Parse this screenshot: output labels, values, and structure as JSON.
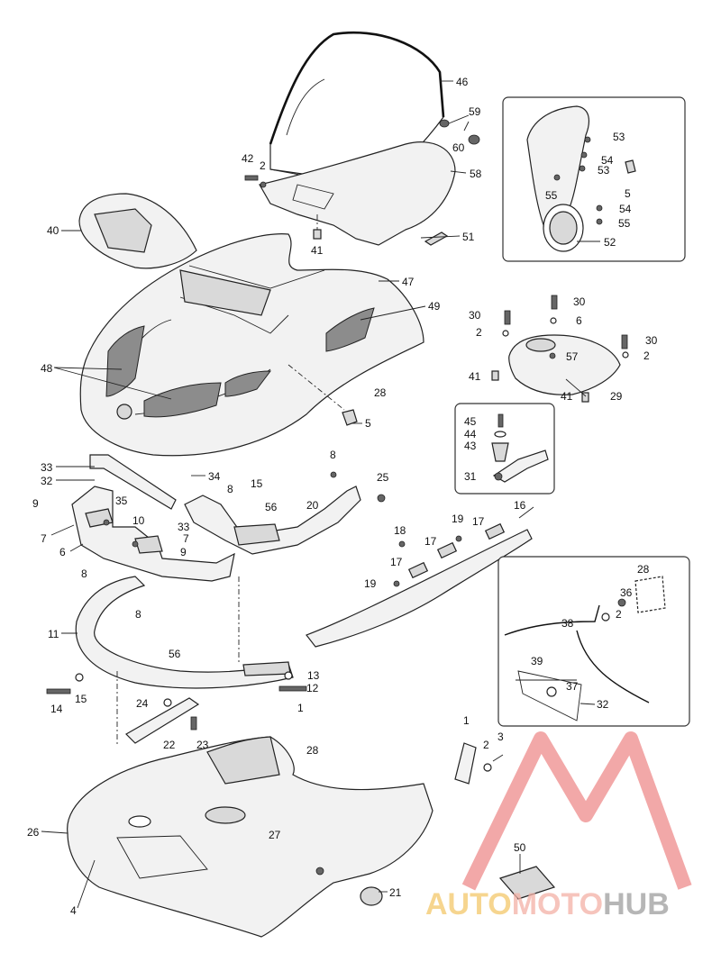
{
  "callouts": [
    {
      "id": "c46",
      "text": "46"
    },
    {
      "id": "c59",
      "text": "59"
    },
    {
      "id": "c60",
      "text": "60"
    },
    {
      "id": "c58",
      "text": "58"
    },
    {
      "id": "c42",
      "text": "42"
    },
    {
      "id": "c2a",
      "text": "2"
    },
    {
      "id": "c40",
      "text": "40"
    },
    {
      "id": "c41a",
      "text": "41"
    },
    {
      "id": "c51",
      "text": "51"
    },
    {
      "id": "c47",
      "text": "47"
    },
    {
      "id": "c49",
      "text": "49"
    },
    {
      "id": "c48",
      "text": "48"
    },
    {
      "id": "c28a",
      "text": "28"
    },
    {
      "id": "c5a",
      "text": "5"
    },
    {
      "id": "c53a",
      "text": "53"
    },
    {
      "id": "c54a",
      "text": "54"
    },
    {
      "id": "c53b",
      "text": "53"
    },
    {
      "id": "c55a",
      "text": "55"
    },
    {
      "id": "c5b",
      "text": "5"
    },
    {
      "id": "c54b",
      "text": "54"
    },
    {
      "id": "c55b",
      "text": "55"
    },
    {
      "id": "c52",
      "text": "52"
    },
    {
      "id": "c30a",
      "text": "30"
    },
    {
      "id": "c30b",
      "text": "30"
    },
    {
      "id": "c6a",
      "text": "6"
    },
    {
      "id": "c2b",
      "text": "2"
    },
    {
      "id": "c57",
      "text": "57"
    },
    {
      "id": "c30c",
      "text": "30"
    },
    {
      "id": "c2c",
      "text": "2"
    },
    {
      "id": "c41b",
      "text": "41"
    },
    {
      "id": "c41c",
      "text": "41"
    },
    {
      "id": "c29",
      "text": "29"
    },
    {
      "id": "c45",
      "text": "45"
    },
    {
      "id": "c44",
      "text": "44"
    },
    {
      "id": "c43",
      "text": "43"
    },
    {
      "id": "c31",
      "text": "31"
    },
    {
      "id": "c33a",
      "text": "33"
    },
    {
      "id": "c32a",
      "text": "32"
    },
    {
      "id": "c34",
      "text": "34"
    },
    {
      "id": "c8a",
      "text": "8"
    },
    {
      "id": "c25",
      "text": "25"
    },
    {
      "id": "c9a",
      "text": "9"
    },
    {
      "id": "c35",
      "text": "35"
    },
    {
      "id": "c8b",
      "text": "8"
    },
    {
      "id": "c15a",
      "text": "15"
    },
    {
      "id": "c56a",
      "text": "56"
    },
    {
      "id": "c20",
      "text": "20"
    },
    {
      "id": "c33b",
      "text": "33"
    },
    {
      "id": "c7a",
      "text": "7"
    },
    {
      "id": "c10",
      "text": "10"
    },
    {
      "id": "c7b",
      "text": "7"
    },
    {
      "id": "c6b",
      "text": "6"
    },
    {
      "id": "c9b",
      "text": "9"
    },
    {
      "id": "c8c",
      "text": "8"
    },
    {
      "id": "c8d",
      "text": "8"
    },
    {
      "id": "c16",
      "text": "16"
    },
    {
      "id": "c19a",
      "text": "19"
    },
    {
      "id": "c17a",
      "text": "17"
    },
    {
      "id": "c18",
      "text": "18"
    },
    {
      "id": "c17b",
      "text": "17"
    },
    {
      "id": "c17c",
      "text": "17"
    },
    {
      "id": "c19b",
      "text": "19"
    },
    {
      "id": "c11",
      "text": "11"
    },
    {
      "id": "c56b",
      "text": "56"
    },
    {
      "id": "c13",
      "text": "13"
    },
    {
      "id": "c12",
      "text": "12"
    },
    {
      "id": "c1a",
      "text": "1"
    },
    {
      "id": "c14",
      "text": "14"
    },
    {
      "id": "c15b",
      "text": "15"
    },
    {
      "id": "c28b",
      "text": "28"
    },
    {
      "id": "c36",
      "text": "36"
    },
    {
      "id": "c2d",
      "text": "2"
    },
    {
      "id": "c38",
      "text": "38"
    },
    {
      "id": "c39",
      "text": "39"
    },
    {
      "id": "c37",
      "text": "37"
    },
    {
      "id": "c32b",
      "text": "32"
    },
    {
      "id": "c24",
      "text": "24"
    },
    {
      "id": "c22",
      "text": "22"
    },
    {
      "id": "c23",
      "text": "23"
    },
    {
      "id": "c28c",
      "text": "28"
    },
    {
      "id": "c1b",
      "text": "1"
    },
    {
      "id": "c2e",
      "text": "2"
    },
    {
      "id": "c3",
      "text": "3"
    },
    {
      "id": "c26",
      "text": "26"
    },
    {
      "id": "c27",
      "text": "27"
    },
    {
      "id": "c4",
      "text": "4"
    },
    {
      "id": "c21",
      "text": "21"
    },
    {
      "id": "c50",
      "text": "50"
    }
  ],
  "watermark": {
    "word_auto": "AUTO",
    "word_moto": "MOTO",
    "word_hub": "HUB",
    "color_auto": "#f4c86a",
    "color_moto": "#f3b1a6",
    "color_hub": "#9e9e9e",
    "triangle_color": "#ee8b8b"
  },
  "colors": {
    "line": "#222222",
    "mesh": "#8c8c8c",
    "panel": "#f2f2f2"
  }
}
